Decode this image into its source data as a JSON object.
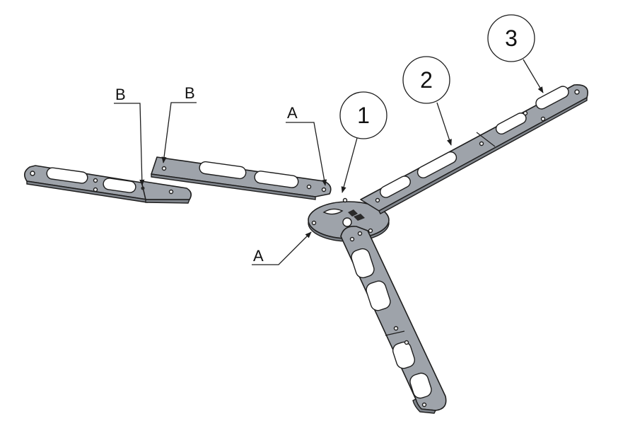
{
  "balloons": [
    {
      "label": "1"
    },
    {
      "label": "2"
    },
    {
      "label": "3"
    }
  ],
  "labels": [
    {
      "label": "A"
    },
    {
      "label": "A"
    },
    {
      "label": "B"
    },
    {
      "label": "B"
    }
  ],
  "colors": {
    "part_fill": "#9ea3aa",
    "line": "#1e1e1e",
    "background": "#ffffff"
  }
}
